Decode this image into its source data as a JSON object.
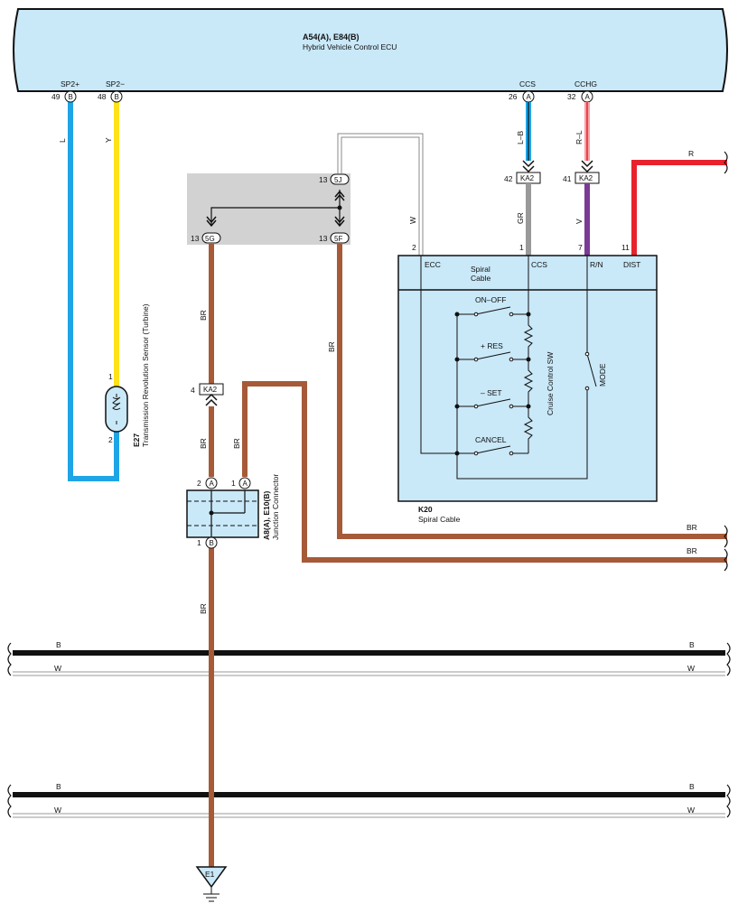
{
  "ecu": {
    "code": "A54(A), E84(B)",
    "name": "Hybrid Vehicle Control ECU",
    "pins": [
      {
        "num": "49",
        "conn": "B",
        "name": "SP2+"
      },
      {
        "num": "48",
        "conn": "B",
        "name": "SP2−"
      },
      {
        "num": "26",
        "conn": "A",
        "name": "CCS"
      },
      {
        "num": "32",
        "conn": "A",
        "name": "CCHG"
      }
    ]
  },
  "wires": {
    "sp2p": "L",
    "sp2m": "Y",
    "ccs": "L–B",
    "cchg": "R–L",
    "gr": "GR",
    "v": "V",
    "w": "W",
    "r": "R",
    "br_5f": "BR",
    "br_5g": "BR",
    "br_ka2": "BR",
    "br_jc": "BR",
    "br_gnd": "BR",
    "out_br_1": "BR",
    "out_br_2": "BR",
    "bus1_b_left": "B",
    "bus1_b_right": "B",
    "bus1_w_left": "W",
    "bus1_w_right": "W",
    "bus2_b_left": "B",
    "bus2_b_right": "B",
    "bus2_w_left": "W",
    "bus2_w_right": "W"
  },
  "colors": {
    "ecu_fill": "#c9e8f8",
    "blue": "#1ea5e6",
    "yellow": "#ffe21a",
    "brown": "#a65a38",
    "gray": "#999999",
    "purple": "#7b3a96",
    "red": "#e8222d",
    "pink": "#f5a3a8",
    "box_gray": "#d2d2d2",
    "black": "#111111"
  },
  "sensor": {
    "code": "E27",
    "name": "Transmission Revolution Sensor (Turbine)",
    "pin1": "1",
    "pin2": "2"
  },
  "junction_box": {
    "p5j_num": "13",
    "p5j": "5J",
    "p5g_num": "13",
    "p5g": "5G",
    "p5f_num": "13",
    "p5f": "5F"
  },
  "ka2": [
    {
      "num": "42",
      "label": "KA2"
    },
    {
      "num": "41",
      "label": "KA2"
    },
    {
      "num": "4",
      "label": "KA2"
    }
  ],
  "spiral": {
    "code": "K20",
    "name": "Spiral Cable",
    "inner_label_1": "Spiral",
    "inner_label_2": "Cable",
    "pins": [
      {
        "num": "2",
        "name": "ECC"
      },
      {
        "num": "1",
        "name": "CCS"
      },
      {
        "num": "7",
        "name": "R/N"
      },
      {
        "num": "11",
        "name": "DIST"
      }
    ],
    "switches": [
      "ON–OFF",
      "+ RES",
      "– SET",
      "CANCEL"
    ],
    "sw_label": "Cruise Control SW",
    "mode": "MODE"
  },
  "jc": {
    "code": "A8(A), E10(B)",
    "name": "Junction Connector",
    "pins": [
      {
        "num": "2",
        "conn": "A"
      },
      {
        "num": "1",
        "conn": "A"
      },
      {
        "num": "1",
        "conn": "B"
      }
    ]
  },
  "ground": {
    "label": "E1"
  }
}
